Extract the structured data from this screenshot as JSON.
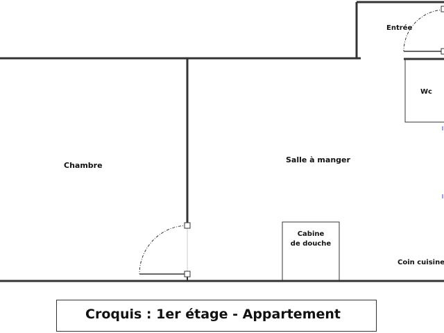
{
  "rooms": {
    "chambre": "Chambre",
    "salle": "Salle à manger",
    "entree": "Entrée",
    "wc": "Wc",
    "cabine_line1": "Cabine",
    "cabine_line2": "de douche",
    "cuisine": "Coin cuisine"
  },
  "caption": "Croquis : 1er étage - Appartement",
  "colors": {
    "wall": "#333333",
    "marker": "#3344cc"
  }
}
